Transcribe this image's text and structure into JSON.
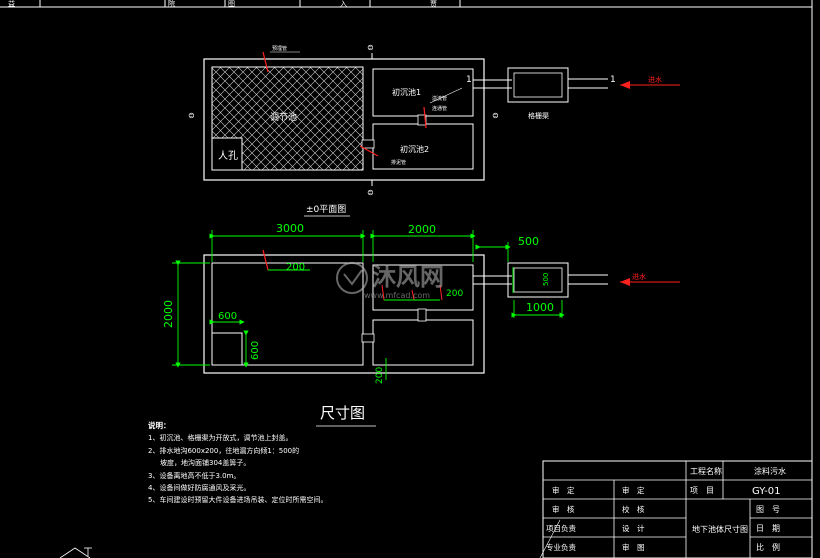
{
  "top_strip": {
    "labels": [
      "益",
      "院",
      "图",
      "入",
      "贾"
    ]
  },
  "plan_view": {
    "caption": "±0平面图",
    "section_mark": "⊜",
    "tank_regulating": "调节池",
    "manhole": "人孔",
    "tank_settle_1": "初沉池1",
    "tank_settle_2": "初沉池2",
    "grid_well": "格栅渠",
    "port_label": "1",
    "inflow_label": "进水",
    "small_note_1": "预埋管",
    "small_note_2": "溢流管",
    "small_note_3": "连通管",
    "small_note_4": "排泥管"
  },
  "dimension_view": {
    "title": "尺寸图",
    "inflow_label": "进水",
    "dims": {
      "d3000": "3000",
      "d2000_top": "2000",
      "d500": "500",
      "d200_top": "200",
      "d2000_side": "2000",
      "d600_h": "600",
      "d600_v": "600",
      "d200_mid": "200",
      "d200_low": "200",
      "d500_v": "500",
      "d1000": "1000"
    }
  },
  "notes": {
    "heading": "说明：",
    "lines": [
      "1、初沉池、格栅渠为开放式，调节池上封盖。",
      "2、排水地沟600x200，往地漏方向倾1：500的",
      "坡度，地沟面铺304盖箅子。",
      "3、设备离地高不低于3.0m。",
      "4、设备间做好防腐通风及采光。",
      "5、车间建设时预留大件设备进场吊装、定位时所需空间。"
    ]
  },
  "watermark": {
    "brand": "沐风网",
    "url": "www.mfcad.com"
  },
  "title_block": {
    "project_name_label": "工程名称",
    "project_name_value": "涂料污水",
    "project_label": "项　目",
    "drawing_no_value": "GY-01",
    "drawing_title": "地下池体尺寸图",
    "drawing_no_label": "图　号",
    "date_label": "日　期",
    "scale_label": "比　例",
    "rows": [
      {
        "left": "审　定",
        "mid": "审　定"
      },
      {
        "left": "审　核",
        "mid": "校　核"
      },
      {
        "left": "项目负责",
        "mid": "设　计"
      },
      {
        "left": "专业负责",
        "mid": "审　图"
      }
    ]
  },
  "colors": {
    "background": "#000000",
    "line": "#ffffff",
    "dimension": "#00ff00",
    "marker": "#ff2020",
    "accent_red": "#ff0000"
  }
}
